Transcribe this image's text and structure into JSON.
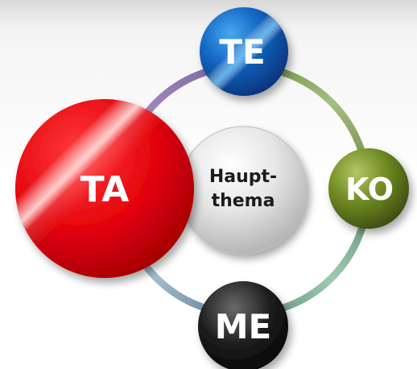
{
  "diagram": {
    "center": {
      "line1": "Haupt-",
      "line2": "thema"
    },
    "nodes": {
      "te": {
        "label": "TE",
        "color": "#0a5fb0"
      },
      "ko": {
        "label": "KO",
        "color": "#6f8a22"
      },
      "me": {
        "label": "ME",
        "color": "#1a1a1a"
      },
      "ta": {
        "label": "TA",
        "color": "#e0040b"
      }
    },
    "ring_colors": {
      "top_left": "#9a84b8",
      "top_right": "#8fa96a",
      "bottom_right": "#7fb09a",
      "bottom_left": "#8aa6b8"
    }
  }
}
